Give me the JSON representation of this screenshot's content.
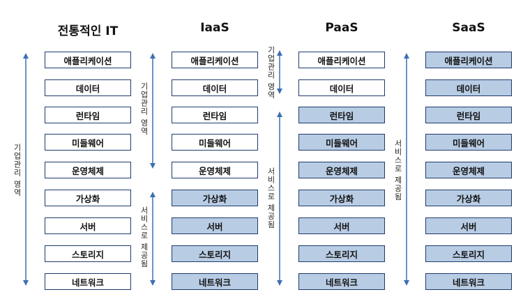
{
  "columns": [
    {
      "title": "전통적인 IT",
      "layers": [
        "애플리케이션",
        "데이터",
        "런타임",
        "미들웨어",
        "운영체제",
        "가상화",
        "서버",
        "스토리지",
        "네트워크"
      ],
      "provided_by_service": [
        false,
        false,
        false,
        false,
        false,
        false,
        false,
        false,
        false
      ]
    },
    {
      "title": "IaaS",
      "layers": [
        "애플리케이션",
        "데이터",
        "런타임",
        "미들웨어",
        "운영체제",
        "가상화",
        "서버",
        "스토리지",
        "네트워크"
      ],
      "provided_by_service": [
        false,
        false,
        false,
        false,
        false,
        true,
        true,
        true,
        true
      ]
    },
    {
      "title": "PaaS",
      "layers": [
        "애플리케이션",
        "데이터",
        "런타임",
        "미들웨어",
        "운영체제",
        "가상화",
        "서버",
        "스토리지",
        "네트워크"
      ],
      "provided_by_service": [
        false,
        false,
        true,
        true,
        true,
        true,
        true,
        true,
        true
      ]
    },
    {
      "title": "SaaS",
      "layers": [
        "애플리케이션",
        "데이터",
        "런타임",
        "미들웨어",
        "운영체제",
        "가상화",
        "서버",
        "스토리지",
        "네트워크"
      ],
      "provided_by_service": [
        true,
        true,
        true,
        true,
        true,
        true,
        true,
        true,
        true
      ]
    }
  ],
  "labels": {
    "enterprise_managed": "기업관리 영역",
    "service_provided": "서비스로 제공됨"
  },
  "colors": {
    "service_fill": "#b8cce4",
    "border": "#1e3a6a",
    "arrow": "#3d6fb0"
  }
}
